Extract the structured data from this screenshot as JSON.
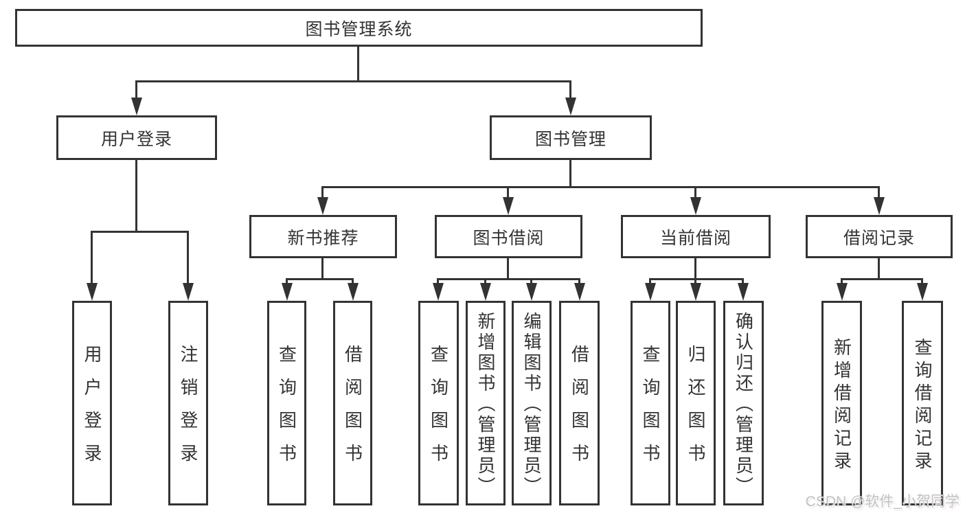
{
  "tree": {
    "root": {
      "label": "图书管理系统",
      "children": [
        {
          "label": "用户登录",
          "children": [
            {
              "label": "用户登录"
            },
            {
              "label": "注销登录"
            }
          ]
        },
        {
          "label": "图书管理",
          "children": [
            {
              "label": "新书推荐",
              "children": [
                {
                  "label": "查询图书"
                },
                {
                  "label": "借阅图书"
                }
              ]
            },
            {
              "label": "图书借阅",
              "children": [
                {
                  "label": "查询图书"
                },
                {
                  "label": "新增图书（管理员）"
                },
                {
                  "label": "编辑图书（管理员）"
                },
                {
                  "label": "借阅图书"
                }
              ]
            },
            {
              "label": "当前借阅",
              "children": [
                {
                  "label": "查询图书"
                },
                {
                  "label": "归还图书"
                },
                {
                  "label": "确认归还（管理员）"
                }
              ]
            },
            {
              "label": "借阅记录",
              "children": [
                {
                  "label": "新增借阅记录"
                },
                {
                  "label": "查询借阅记录"
                }
              ]
            }
          ]
        }
      ]
    }
  },
  "watermark": {
    "text": "CSDN @软件_小贺同学"
  },
  "colors": {
    "line": "#333333",
    "text": "#333333",
    "watermark": "#c2c2c2",
    "background": "#ffffff"
  }
}
